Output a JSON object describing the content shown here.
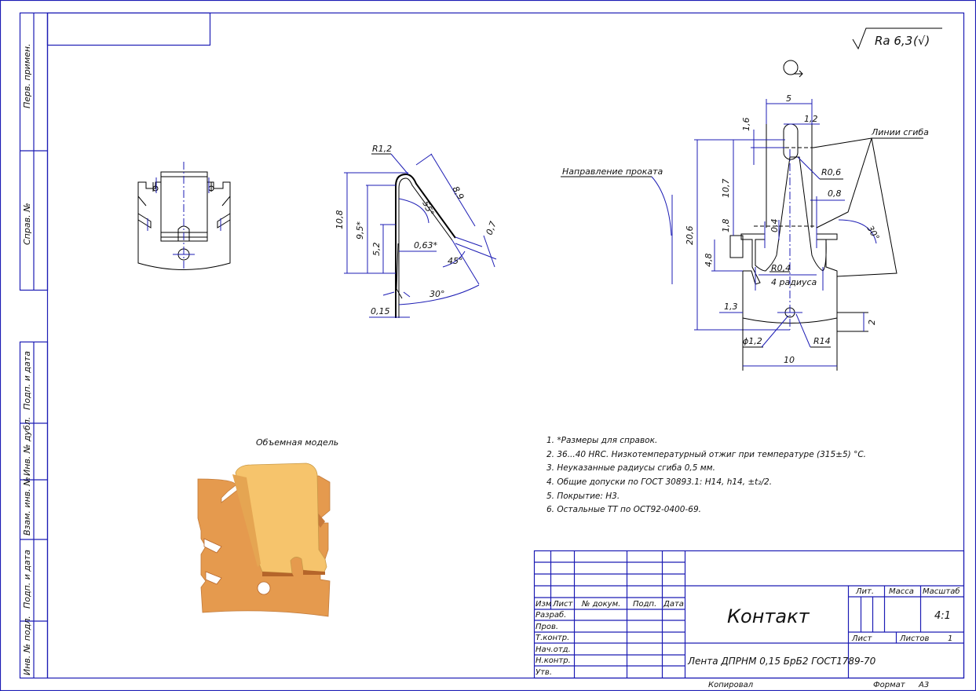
{
  "side_strip": {
    "perv_primen": "Перв. примен.",
    "sprav_no": "Справ. №",
    "podp_data_1": "Подп. и дата",
    "inv_dubl": "Инв. № дубл.",
    "vzam_inv": "Взам. инв. №",
    "podp_data_2": "Подп. и дата",
    "inv_podl": "Инв. № подл."
  },
  "roughness": {
    "label": "Ra 6,3",
    "suffix": "(√)"
  },
  "views": {
    "profile_labels": [
      "R1,2",
      "10,8",
      "9,5*",
      "5,2",
      "0,63*",
      "8,9",
      "55°",
      "45°",
      "0,7",
      "30°",
      "0,15"
    ],
    "rolling_direction": "Направление проката",
    "bend_lines": "Линии сгиба",
    "flat_labels": [
      "5",
      "1,2",
      "1,6",
      "R0,6",
      "10,7",
      "0,8",
      "20,6",
      "1,8",
      "0,4",
      "4,8",
      "R0,4",
      "4 радиуса",
      "30°",
      "1,3",
      "2",
      "ϕ1,2",
      "R14",
      "10"
    ],
    "model_caption": "Объемная модель"
  },
  "notes": [
    "1.  *Размеры для справок.",
    "2.  36...40 HRC. Низкотемпературный отжиг при температуре (315±5) °С.",
    "3.  Неуказанные радиусы сгиба 0,5 мм.",
    "4.  Общие допуски по ГОСТ 30893.1: H14, h14, ±t₂/2.",
    "5.  Покрытие: Н3.",
    "6.  Остальные ТТ по ОСТ92-0400-69."
  ],
  "title_block": {
    "col_headers": [
      "Изм",
      "Лист",
      "№ докум.",
      "Подп.",
      "Дата"
    ],
    "roles": [
      "Разраб.",
      "Пров.",
      "Т.контр.",
      "Нач.отд.",
      "Н.контр.",
      "Утв."
    ],
    "part_name": "Контакт",
    "material": "Лента ДПРНМ 0,15 БрБ2 ГОСТ1789-70",
    "lit_label": "Лит.",
    "mass_label": "Масса",
    "scale_label": "Масштаб",
    "scale_value": "4:1",
    "sheet_label": "Лист",
    "sheets_label": "Листов",
    "sheets_value": "1",
    "copied": "Копировал",
    "format_label": "Формат",
    "format_value": "А3"
  },
  "colors": {
    "frame": "#1c1cb4",
    "geometry": "#000000",
    "model_light": "#f6c46c",
    "model_body": "#e59a4e",
    "model_shadow": "#b5652a"
  }
}
